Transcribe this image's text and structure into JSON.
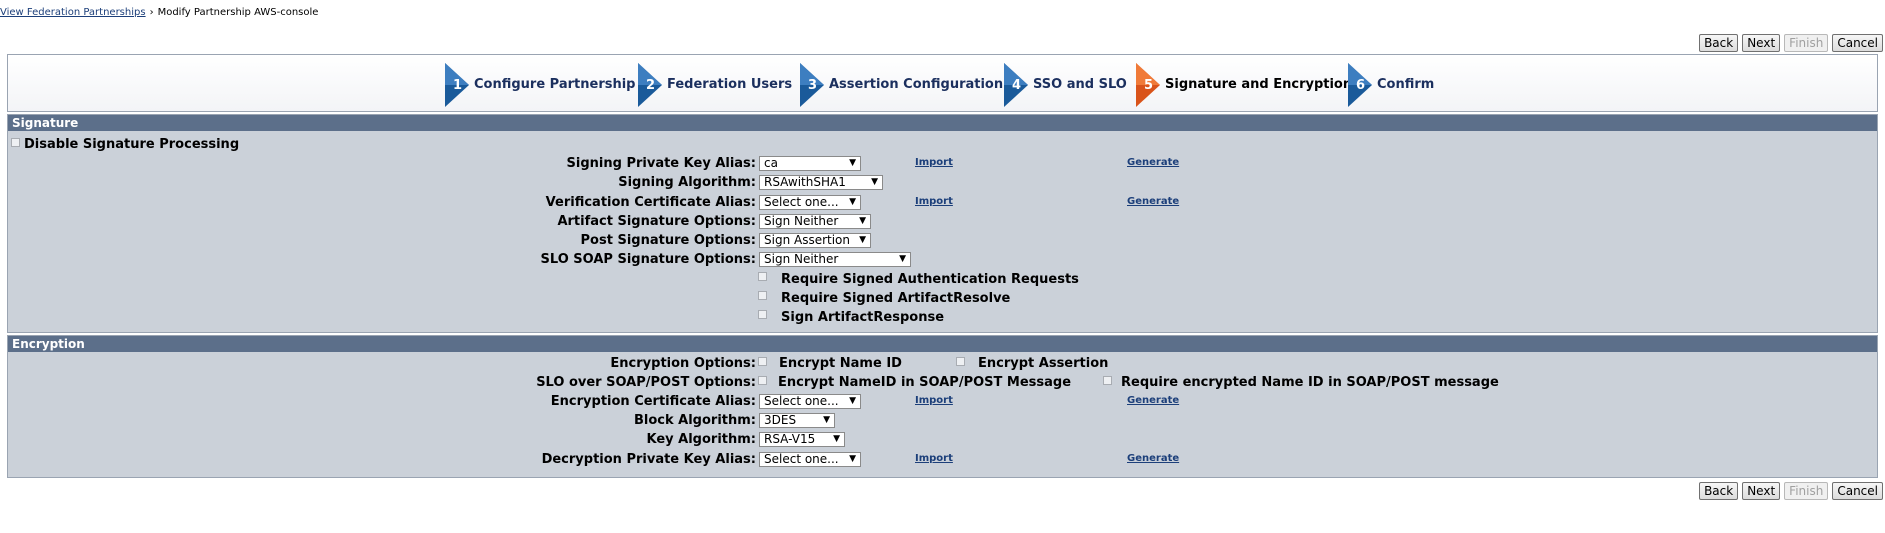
{
  "breadcrumb": {
    "link": "View Federation Partnerships",
    "separator": "›",
    "current": "Modify Partnership AWS-console"
  },
  "buttons": {
    "back": "Back",
    "next": "Next",
    "finish": "Finish",
    "cancel": "Cancel"
  },
  "wizard": {
    "steps": [
      {
        "num": "1",
        "label": "Configure Partnership",
        "active": false
      },
      {
        "num": "2",
        "label": "Federation Users",
        "active": false
      },
      {
        "num": "3",
        "label": "Assertion Configuration",
        "active": false
      },
      {
        "num": "4",
        "label": "SSO and SLO",
        "active": false
      },
      {
        "num": "5",
        "label": "Signature and Encryption",
        "active": true
      },
      {
        "num": "6",
        "label": "Confirm",
        "active": false
      }
    ],
    "colors": {
      "step": "#1a5a9a",
      "active": "#e0581a"
    }
  },
  "signature": {
    "title": "Signature",
    "disable_label": "Disable Signature Processing",
    "signing_key_label": "Signing Private Key Alias:",
    "signing_key_value": "ca",
    "signing_alg_label": "Signing Algorithm:",
    "signing_alg_value": "RSAwithSHA1",
    "verif_cert_label": "Verification Certificate Alias:",
    "verif_cert_value": "Select one...",
    "artifact_label": "Artifact Signature Options:",
    "artifact_value": "Sign Neither",
    "post_label": "Post Signature Options:",
    "post_value": "Sign Assertion",
    "slo_soap_label": "SLO SOAP Signature Options:",
    "slo_soap_value": "Sign Neither",
    "req_signed_auth": "Require Signed Authentication Requests",
    "req_signed_artifact": "Require Signed ArtifactResolve",
    "sign_artifact_response": "Sign ArtifactResponse"
  },
  "encryption": {
    "title": "Encryption",
    "options_label": "Encryption Options:",
    "encrypt_name_id": "Encrypt Name ID",
    "encrypt_assertion": "Encrypt Assertion",
    "slo_label": "SLO over SOAP/POST Options:",
    "slo_encrypt": "Encrypt NameID in SOAP/POST Message",
    "slo_require": "Require encrypted Name ID in SOAP/POST message",
    "enc_cert_label": "Encryption Certificate Alias:",
    "enc_cert_value": "Select one...",
    "block_alg_label": "Block Algorithm:",
    "block_alg_value": "3DES",
    "key_alg_label": "Key Algorithm:",
    "key_alg_value": "RSA-V15",
    "decrypt_key_label": "Decryption Private Key Alias:",
    "decrypt_key_value": "Select one..."
  },
  "links": {
    "import": "Import",
    "generate": "Generate"
  }
}
